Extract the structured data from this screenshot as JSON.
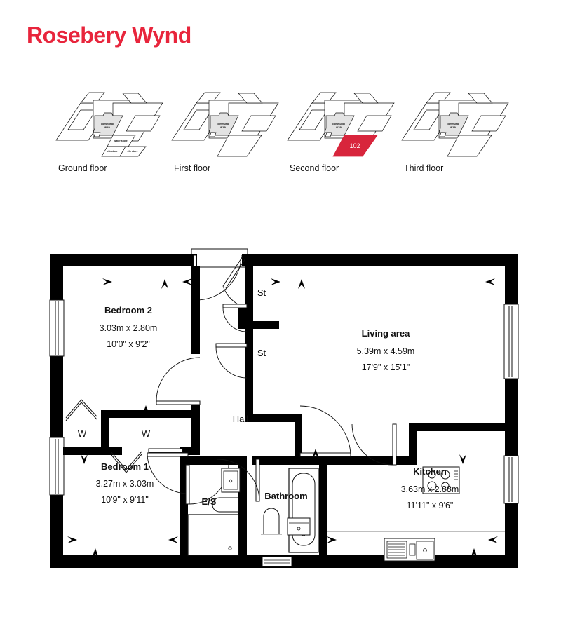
{
  "header": {
    "title": "Rosebery Wynd",
    "title_color": "#E8253C"
  },
  "floor_selector": {
    "highlight_color": "#D8253C",
    "communal_label": "communal area",
    "floors": [
      {
        "label": "Ground floor",
        "selected": false,
        "unit_number": "",
        "extra_labels": [
          "communal area",
          "water store",
          "elb store",
          "elb store"
        ]
      },
      {
        "label": "First floor",
        "selected": false,
        "unit_number": "",
        "extra_labels": [
          "communal area"
        ]
      },
      {
        "label": "Second floor",
        "selected": true,
        "unit_number": "102",
        "extra_labels": [
          "communal area"
        ]
      },
      {
        "label": "Third floor",
        "selected": false,
        "unit_number": "",
        "extra_labels": [
          "communal area"
        ]
      }
    ]
  },
  "plan": {
    "rooms": [
      {
        "key": "bedroom2",
        "name": "Bedroom 2",
        "dim_metric": "3.03m x 2.80m",
        "dim_imperial": "10'0\" x 9'2\""
      },
      {
        "key": "bedroom1",
        "name": "Bedroom 1",
        "dim_metric": "3.27m x 3.03m",
        "dim_imperial": "10'9\" x 9'11\""
      },
      {
        "key": "living",
        "name": "Living area",
        "dim_metric": "5.39m x 4.59m",
        "dim_imperial": "17'9\" x 15'1\""
      },
      {
        "key": "kitchen",
        "name": "Kitchen",
        "dim_metric": "3.63m x 2.88m",
        "dim_imperial": "11'11\" x 9'6\""
      }
    ],
    "labels": {
      "hall": "Hall",
      "bathroom": "Bathroom",
      "ensuite": "E/S",
      "storage_1": "St",
      "storage_2": "St",
      "wardrobe_1": "W",
      "wardrobe_2": "W"
    },
    "colors": {
      "wall": "#000000",
      "fixture_line": "#1a1a1a",
      "floor": "#ffffff"
    }
  }
}
